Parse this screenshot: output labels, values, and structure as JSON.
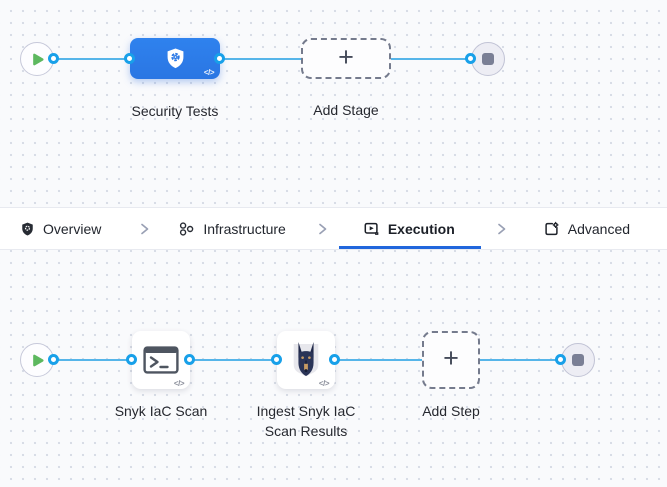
{
  "colors": {
    "stage_blue": "#2d7ce9",
    "edge_blue": "#56b5e9",
    "port_blue": "#18a0e9",
    "tab_underline_blue": "#2066dc",
    "play_green": "#5db85f",
    "stop_gray": "#7a7f95",
    "canvas_bg": "#f9fafc"
  },
  "stage_pipeline": {
    "start_icon": "play-icon",
    "end_icon": "stop-icon",
    "stage": {
      "label": "Security Tests",
      "icon": "security-shield-icon",
      "code_badge": "</>"
    },
    "add_stage_label": "Add Stage"
  },
  "tabs": {
    "active": "Execution",
    "items": [
      {
        "label": "Overview",
        "icon": "shield-icon"
      },
      {
        "label": "Infrastructure",
        "icon": "infrastructure-icon"
      },
      {
        "label": "Execution",
        "icon": "execution-icon"
      },
      {
        "label": "Advanced",
        "icon": "advanced-icon"
      }
    ]
  },
  "step_pipeline": {
    "steps": [
      {
        "label": "Snyk IaC Scan",
        "icon": "terminal-icon",
        "code_badge": "</>"
      },
      {
        "label": "Ingest Snyk IaC Scan Results",
        "icon": "snyk-dog-icon",
        "code_badge": "</>"
      }
    ],
    "add_step_label": "Add Step"
  }
}
